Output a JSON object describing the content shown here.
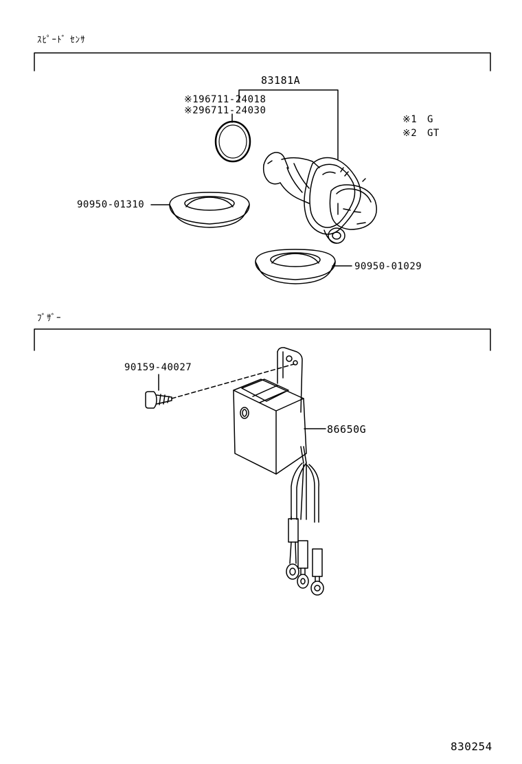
{
  "sections": {
    "speed_sensor": {
      "title": "ｽﾋﾟｰﾄﾞ ｾﾝｻ"
    },
    "buzzer": {
      "title": "ﾌﾞｻﾞｰ"
    }
  },
  "parts": {
    "sensor_assy": "83181A",
    "o_ring_1": "※196711-24018",
    "o_ring_2": "※296711-24030",
    "grommet_left": "90950-01310",
    "grommet_right": "90950-01029",
    "screw": "90159-40027",
    "buzzer_assy": "86650G"
  },
  "legend": {
    "note1_mark": "※1",
    "note1_text": "G",
    "note2_mark": "※2",
    "note2_text": "GT"
  },
  "figure_number": "830254",
  "colors": {
    "line": "#000000",
    "background": "#ffffff"
  }
}
